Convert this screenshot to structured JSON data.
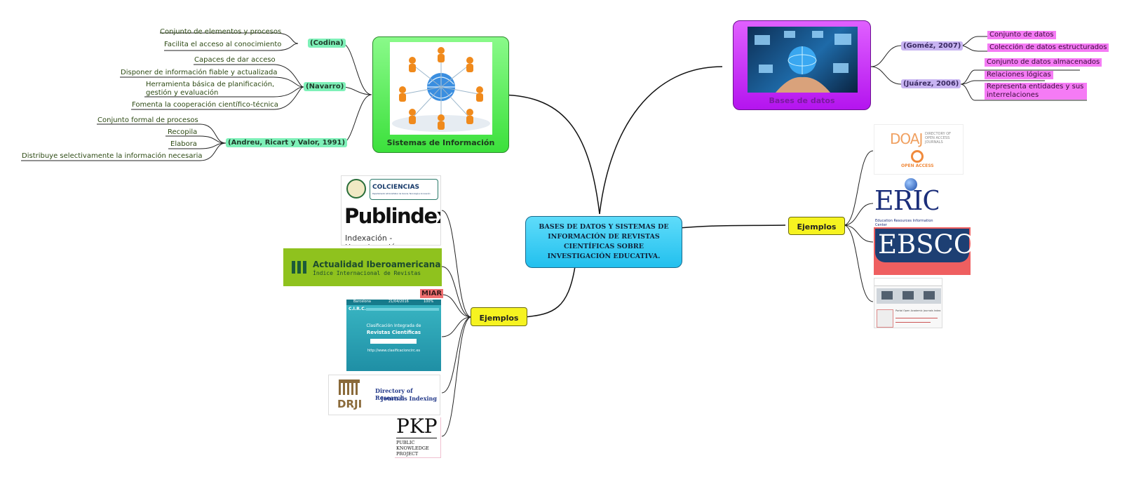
{
  "central": {
    "title": "BASES DE DATOS Y SISTEMAS DE INFORMACIÓN DE REVISTAS CIENTÍFICAS SOBRE INVESTIGACIÓN EDUCATIVA."
  },
  "sistemas": {
    "title": "Sistemas de Información",
    "codina": {
      "label": "(Codina)",
      "items": [
        "Conjunto de elementos y procesos",
        "Facilita el acceso al conocimiento"
      ]
    },
    "navarro": {
      "label": "(Navarro)",
      "items": [
        "Capaces de dar acceso",
        "Disponer de información fiable y actualizada",
        "Herramienta básica de planificación,",
        "gestión y evaluación",
        "Fomenta la cooperación científico-técnica"
      ]
    },
    "andreu": {
      "label": "(Andreu, Ricart y Valor, 1991)",
      "items": [
        "Conjunto formal de procesos",
        "Recopila",
        "Elabora",
        "Distribuye selectivamente la información necesaria"
      ]
    }
  },
  "bases": {
    "title": "Bases de datos",
    "gomez": {
      "label": "(Goméz, 2007)",
      "items": [
        "Conjunto de datos",
        "Colección de datos estructurados"
      ]
    },
    "juarez": {
      "label": "(Juárez, 2006)",
      "items": [
        "Conjunto de datos almacenados",
        "Relaciones lógicas",
        "Representa entidades y sus interrelaciones"
      ]
    }
  },
  "ejemplos_left": {
    "label": "Ejemplos",
    "colciencias": {
      "name": "COLCIENCIAS",
      "sub": "Departamento Administrativo de Ciencia, Tecnología e Innovación"
    },
    "publindex": {
      "name": "Publindex",
      "sub": "Indexación - Homologación"
    },
    "actualidad": {
      "name": "Actualidad Iberoamericana",
      "sub": "Índice Internacional de Revistas"
    },
    "miar": {
      "label": "MIAR"
    },
    "circ": {
      "status_left": "Barcelona",
      "status_mid": "21/04/2016",
      "status_right": "100%",
      "logo": "C.I.R.C.",
      "title1": "Clasificación Integrada de",
      "title2": "Revistas Científicas",
      "url": "http://www.clasificacioncirc.es"
    },
    "drji": {
      "name": "DRJI",
      "line1": "Directory of Research",
      "line2": "Journals Indexing"
    },
    "pkp": {
      "name": "PKP",
      "line1": "PUBLIC",
      "line2": "KNOWLEDGE",
      "line3": "PROJECT"
    }
  },
  "ejemplos_right": {
    "label": "Ejemplos",
    "doaj": {
      "name": "DOAJ",
      "sub1": "DIRECTORY OF",
      "sub2": "OPEN ACCESS",
      "sub3": "JOURNALS",
      "oa": "OPEN ACCESS"
    },
    "eric": {
      "name": "ERIC",
      "sub": "Education Resources Information Center"
    },
    "ebsco": {
      "name": "EBSCO"
    },
    "web": {
      "title": "Portal Open Academic Journals Index"
    }
  },
  "colors": {
    "central": "#2ecbf2",
    "sistemas": "#5ef05e",
    "bases": "#c020f8",
    "ejemplos": "#f6f320",
    "pink": "#f57bf5",
    "tag_green": "#7ef0b8",
    "tag_purple": "#c8b4f2"
  }
}
